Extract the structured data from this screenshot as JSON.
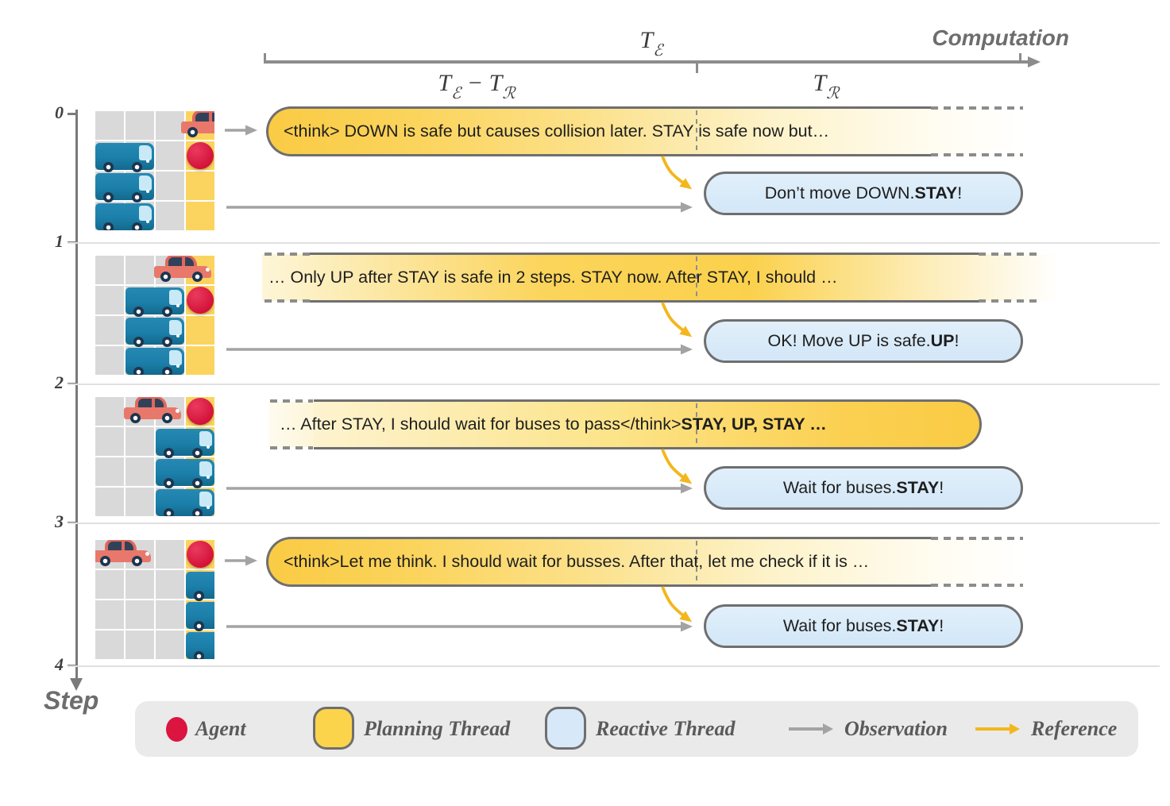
{
  "axis": {
    "computation": "Computation",
    "te": {
      "base": "T",
      "sub": "ℰ"
    },
    "te_minus_tr": {
      "base1": "T",
      "sub1": "ℰ",
      "minus": " − ",
      "base2": "T",
      "sub2": "ℛ"
    },
    "tr": {
      "base": "T",
      "sub": "ℛ"
    }
  },
  "step_axis": {
    "label": "Step",
    "ticks": [
      "0",
      "1",
      "2",
      "3",
      "4"
    ]
  },
  "rows": [
    {
      "step": "0",
      "planning": {
        "kind": "start",
        "text": "<think> DOWN is safe but causes collision later. STAY is safe now but…",
        "bold": ""
      },
      "reactive": {
        "pre": "Don’t move DOWN. ",
        "bold": "STAY",
        "post": "!"
      },
      "observation_to_planning": true,
      "grid": {
        "agent": {
          "r": 1,
          "c": 3
        },
        "car": {
          "r": 0,
          "c": 2.9
        },
        "buses": [
          {
            "r": 1,
            "c": 0
          },
          {
            "r": 2,
            "c": 0
          },
          {
            "r": 3,
            "c": 0
          }
        ]
      }
    },
    {
      "step": "1",
      "planning": {
        "kind": "middle",
        "text": "… Only UP after STAY is safe in 2 steps. STAY now. After STAY, I should …",
        "bold": ""
      },
      "reactive": {
        "pre": "OK! Move UP is safe. ",
        "bold": "UP",
        "post": "!"
      },
      "observation_to_planning": false,
      "grid": {
        "agent": {
          "r": 1,
          "c": 3
        },
        "car": {
          "r": 0,
          "c": 2
        },
        "buses": [
          {
            "r": 1,
            "c": 1
          },
          {
            "r": 2,
            "c": 1
          },
          {
            "r": 3,
            "c": 1
          }
        ]
      }
    },
    {
      "step": "2",
      "planning": {
        "kind": "end",
        "text": "… After STAY, I should wait for buses to pass</think> ",
        "bold": "STAY, UP, STAY …"
      },
      "reactive": {
        "pre": "Wait for buses. ",
        "bold": "STAY",
        "post": "!"
      },
      "observation_to_planning": false,
      "grid": {
        "agent": {
          "r": 0,
          "c": 3
        },
        "car": {
          "r": 0,
          "c": 1
        },
        "buses": [
          {
            "r": 1,
            "c": 2
          },
          {
            "r": 2,
            "c": 2
          },
          {
            "r": 3,
            "c": 2
          }
        ]
      }
    },
    {
      "step": "3",
      "planning": {
        "kind": "start",
        "text": "<think>Let me think. I should wait for busses. After that, let me check if it is …",
        "bold": ""
      },
      "reactive": {
        "pre": "Wait for buses. ",
        "bold": "STAY",
        "post": "!"
      },
      "observation_to_planning": true,
      "grid": {
        "agent": {
          "r": 0,
          "c": 3
        },
        "car": {
          "r": 0,
          "c": 0
        },
        "buses": [
          {
            "r": 1,
            "c": 3
          },
          {
            "r": 2,
            "c": 3
          },
          {
            "r": 3,
            "c": 3
          }
        ]
      }
    }
  ],
  "legend": {
    "agent": "Agent",
    "planning": "Planning Thread",
    "reactive": "Reactive Thread",
    "observation": "Observation",
    "reference": "Reference"
  },
  "colors": {
    "planning_yellow": "#FBD44C",
    "reactive_blue": "#D7E9F9",
    "agent_red": "#DC1440",
    "observation_gray": "#A3A3A3",
    "reference_yellow": "#F3B71D",
    "grid_gray": "#D9D9D9",
    "goal_yellow": "#FBD45F",
    "bus_blue": "#1B7FA9",
    "car_salmon": "#E8756B"
  }
}
